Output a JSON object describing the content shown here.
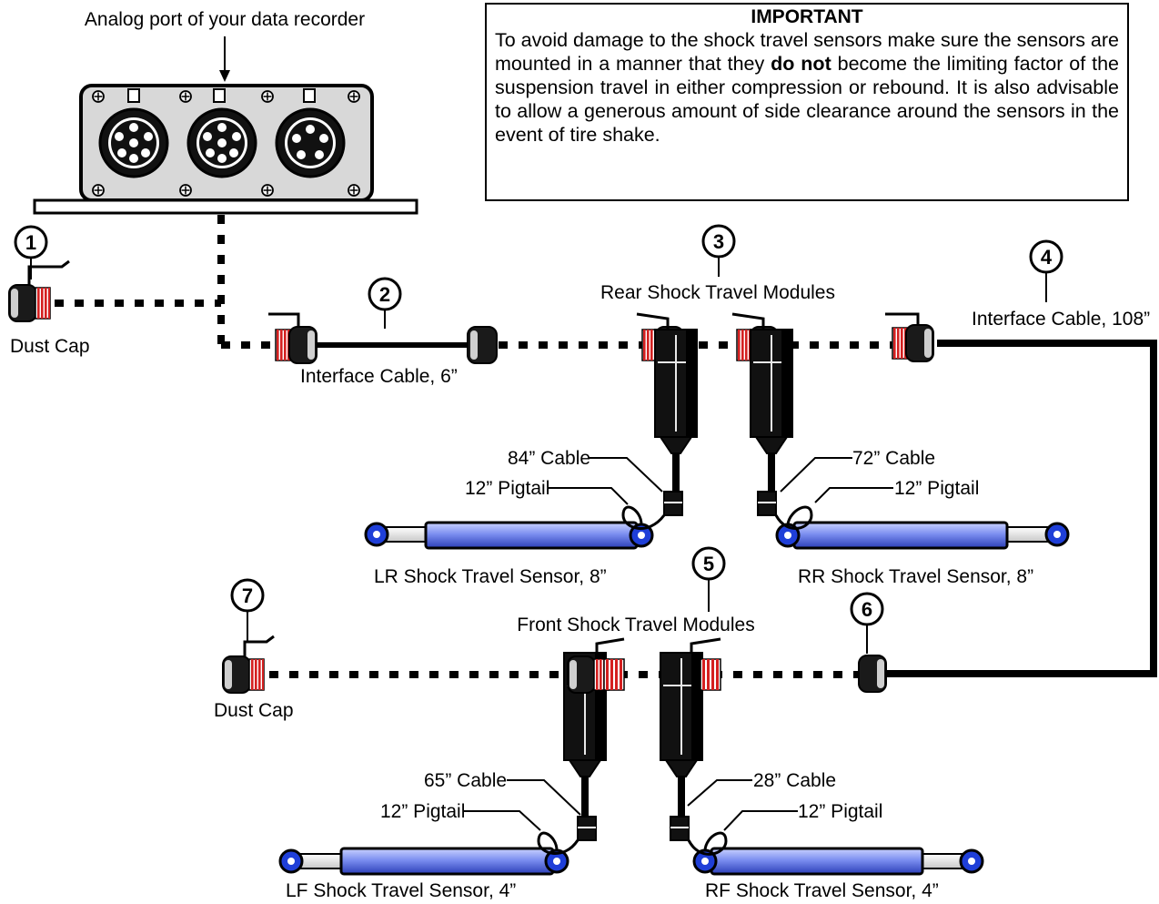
{
  "diagram": {
    "recorder_label": "Analog port of your data recorder",
    "important": {
      "title": "IMPORTANT",
      "text_before": "To avoid damage to the shock travel sensors make sure the sensors are mounted in a manner that they ",
      "text_bold": "do not",
      "text_after": " become the limiting factor of the suspension travel in either compression or rebound. It is also advisable to allow a generous amount of side clearance around the sensors in the event of tire shake."
    },
    "callouts": [
      "1",
      "2",
      "3",
      "4",
      "5",
      "6",
      "7"
    ],
    "labels": {
      "dust_cap_top": "Dust Cap",
      "dust_cap_bottom": "Dust Cap",
      "interface_cable_short": "Interface Cable, 6”",
      "interface_cable_long": "Interface Cable, 108”",
      "rear_modules": "Rear Shock Travel Modules",
      "front_modules": "Front Shock Travel Modules",
      "cable_84": "84” Cable",
      "cable_72": "72” Cable",
      "cable_65": "65” Cable",
      "cable_28": "28” Cable",
      "pigtail_lr": "12” Pigtail",
      "pigtail_rr": "12” Pigtail",
      "pigtail_lf": "12” Pigtail",
      "pigtail_rf": "12” Pigtail",
      "lr_sensor": "LR Shock Travel Sensor, 8”",
      "rr_sensor": "RR Shock Travel Sensor, 8”",
      "lf_sensor": "LF Shock Travel Sensor, 4”",
      "rf_sensor": "RF Shock Travel Sensor, 4”"
    },
    "colors": {
      "connector_thread": "#d42020",
      "sensor_body": "#8a9cf2",
      "sensor_end": "#1f3fd8",
      "panel": "#d8d8d8",
      "cable": "#000000"
    }
  }
}
